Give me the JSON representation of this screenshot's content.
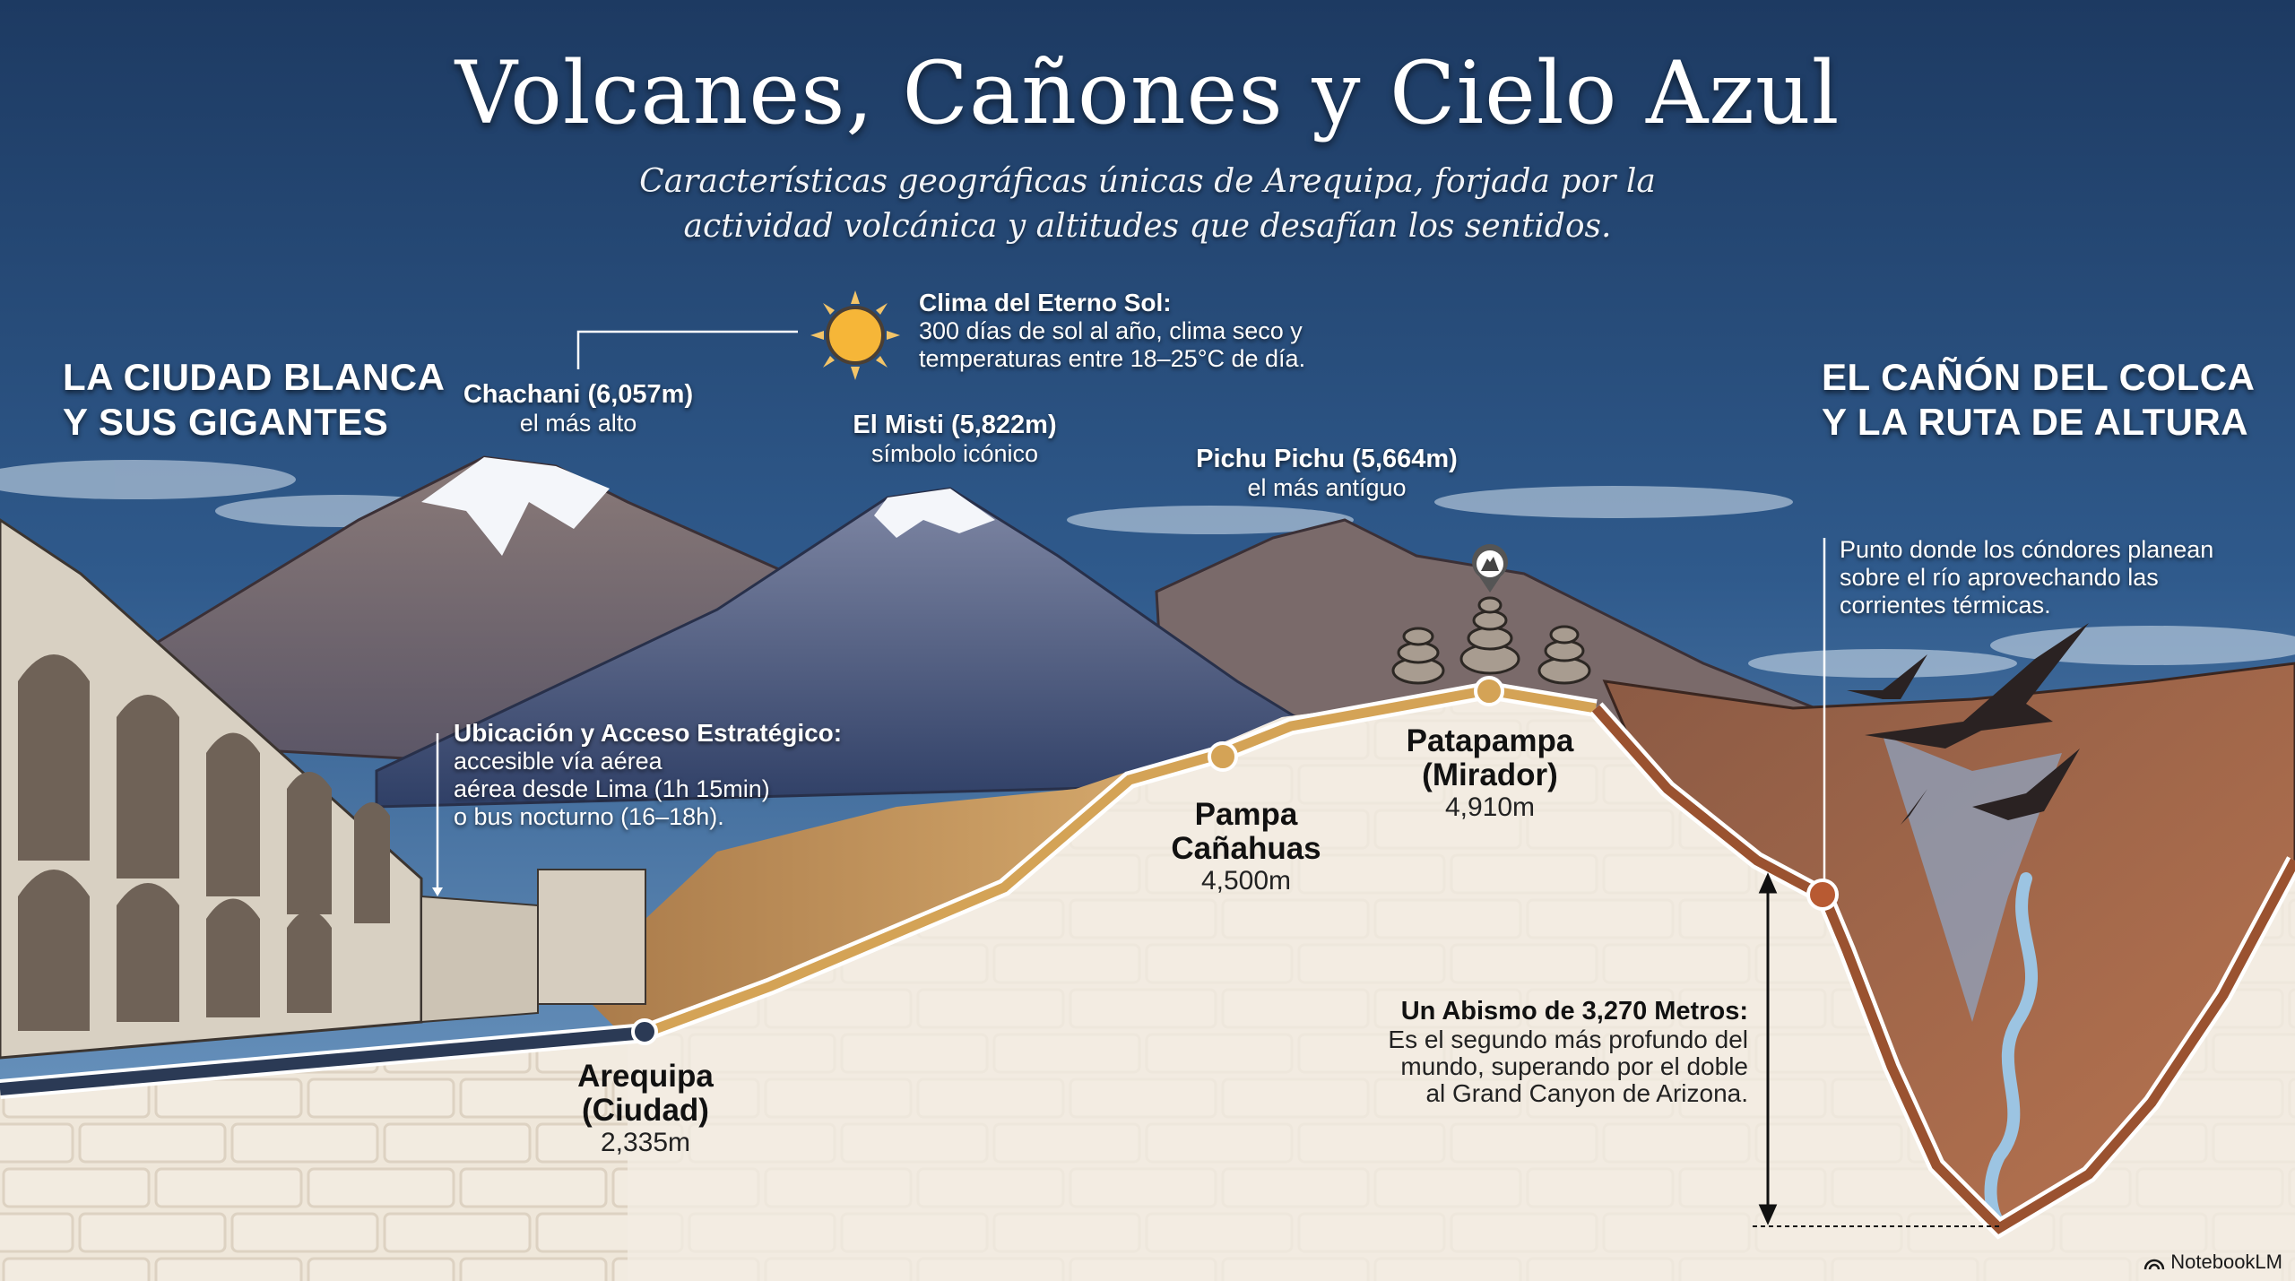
{
  "header": {
    "title": "Volcanes, Cañones y Cielo Azul",
    "subtitle_line1": "Características geográficas únicas de Arequipa, forjada por la",
    "subtitle_line2": "actividad volcánica y altitudes que desafían los sentidos."
  },
  "sections": {
    "left": {
      "line1": "LA CIUDAD BLANCA",
      "line2": "Y SUS GIGANTES"
    },
    "right": {
      "line1": "EL CAÑÓN DEL COLCA",
      "line2": "Y LA RUTA DE ALTURA"
    }
  },
  "climate": {
    "icon": "sun-icon",
    "title": "Clima del Eterno Sol:",
    "line1": "300 días de sol al año, clima seco y",
    "line2": "temperaturas entre 18–25°C de día."
  },
  "volcanoes": [
    {
      "name": "Chachani (6,057m)",
      "note": "el más alto"
    },
    {
      "name": "El Misti (5,822m)",
      "note": "símbolo icónico"
    },
    {
      "name": "Pichu Pichu (5,664m)",
      "note": "el más antíguo"
    }
  ],
  "access": {
    "title": "Ubicación y Acceso Estratégico:",
    "line1": "accesible vía aérea",
    "line2": "aérea desde Lima (1h 15min)",
    "line3": "o bus nocturno (16–18h)."
  },
  "route_stops": [
    {
      "name_line1": "Arequipa",
      "name_line2": "(Ciudad)",
      "altitude": "2,335m",
      "color": "#2b3a55"
    },
    {
      "name_line1": "Pampa",
      "name_line2": "Cañahuas",
      "altitude": "4,500m",
      "color": "#d4a356"
    },
    {
      "name_line1": "Patapampa",
      "name_line2": "(Mirador)",
      "altitude": "4,910m",
      "color": "#d4a356"
    },
    {
      "name_line1": "",
      "name_line2": "",
      "altitude": "",
      "color": "#b85a32"
    }
  ],
  "mirador_marker": {
    "icon": "mountain-pin-icon"
  },
  "condors": {
    "line1": "Punto donde los cóndores planean",
    "line2": "sobre el río aprovechando las",
    "line3": "corrientes térmicas."
  },
  "abyss": {
    "title": "Un Abismo de 3,270 Metros:",
    "line1": "Es el segundo más profundo del",
    "line2": "mundo, superando por el doble",
    "line3": "al Grand Canyon de Arizona."
  },
  "branding": {
    "label": "NotebookLM"
  },
  "colors": {
    "sky_top": "#1e3d66",
    "sky_bottom": "#5f8fbf",
    "stone": "#efe7da",
    "route_city": "#2b3a55",
    "route_gold": "#d4a356",
    "route_canyon": "#8a4a2a",
    "sun": "#f6b638"
  }
}
